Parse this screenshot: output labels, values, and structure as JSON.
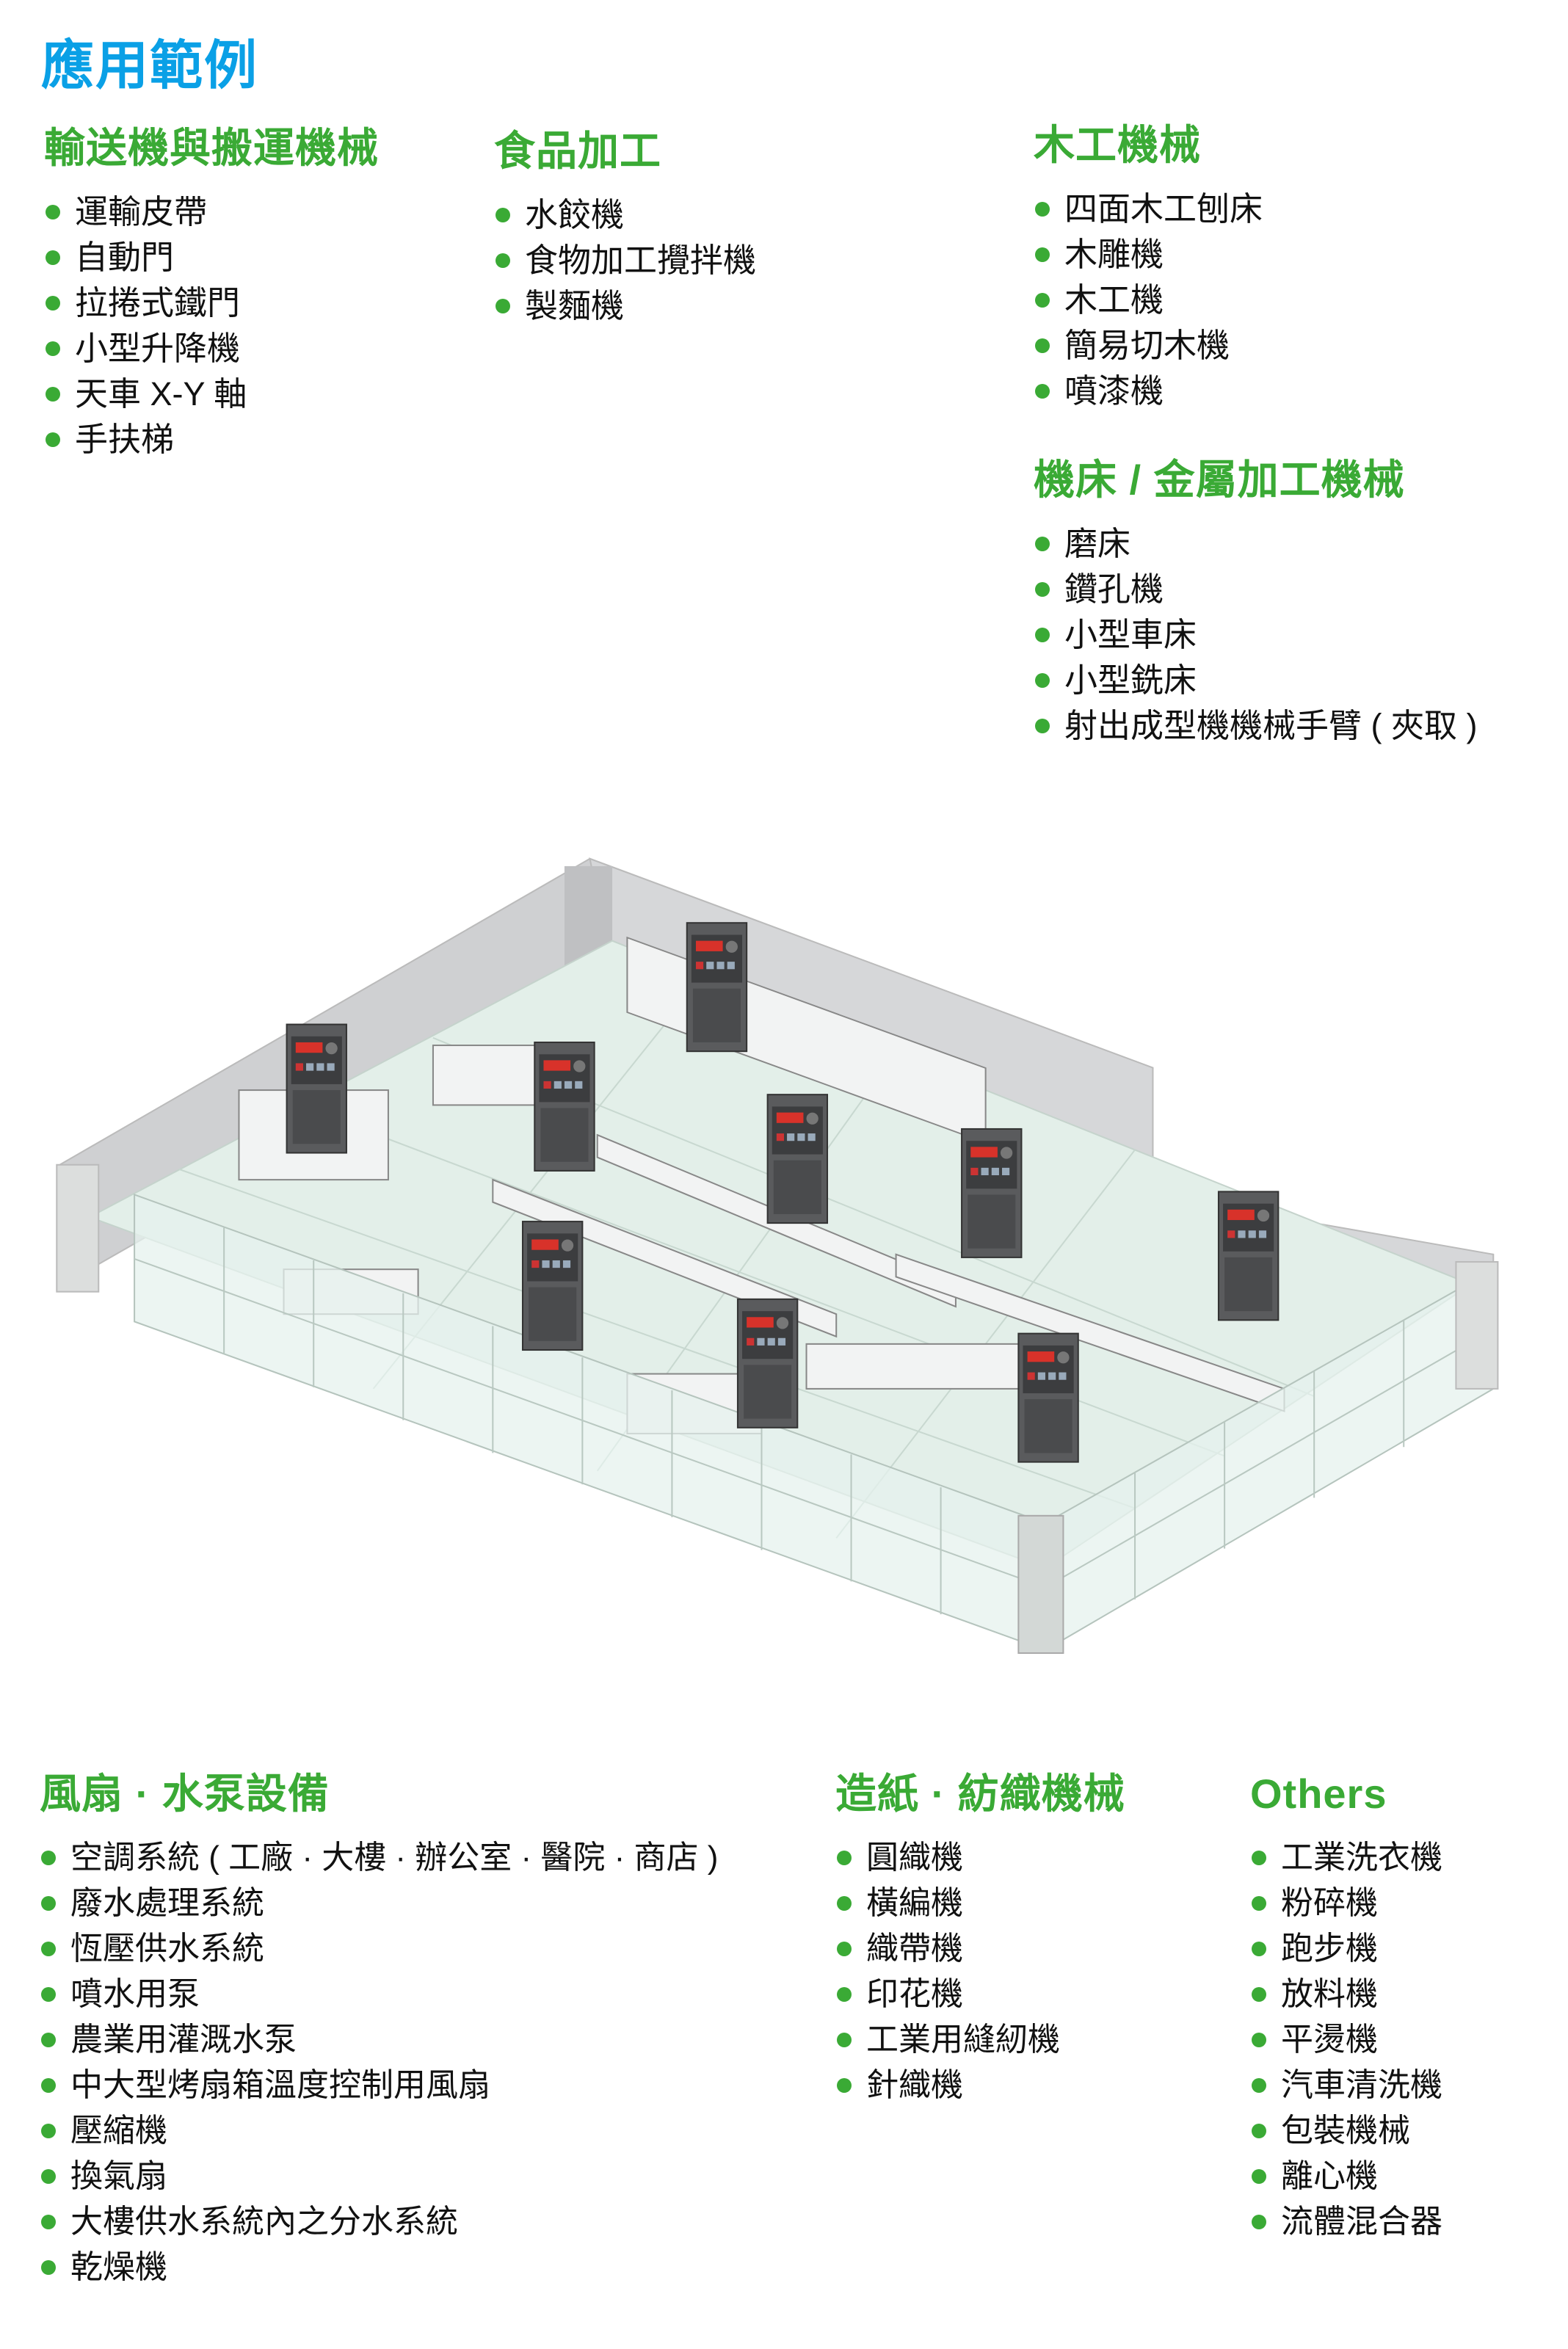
{
  "page_title": "應用範例",
  "colors": {
    "title": "#0aa0e6",
    "heading": "#3aaa35",
    "bullet": "#3aaa35"
  },
  "sections": [
    {
      "heading": "輸送機與搬運機械",
      "items": [
        "運輸皮帶",
        "自動門",
        "拉捲式鐵門",
        "小型升降機",
        "天車 X-Y 軸",
        "手扶梯"
      ]
    },
    {
      "heading": "食品加工",
      "items": [
        "水餃機",
        "食物加工攪拌機",
        "製麵機"
      ]
    },
    {
      "heading": "木工機械",
      "items": [
        "四面木工刨床",
        "木雕機",
        "木工機",
        "簡易切木機",
        "噴漆機"
      ]
    },
    {
      "heading": "機床 / 金屬加工機械",
      "items": [
        "磨床",
        "鑽孔機",
        "小型車床",
        "小型銑床",
        "射出成型機機械手臂 ( 夾取 )"
      ]
    },
    {
      "heading": "風扇 · 水泵設備",
      "items": [
        "空調系統 ( 工廠 · 大樓 · 辦公室 · 醫院 · 商店 )",
        "廢水處理系統",
        "恆壓供水系統",
        "噴水用泵",
        "農業用灌溉水泵",
        "中大型烤扇箱溫度控制用風扇",
        "壓縮機",
        "換氣扇",
        "大樓供水系統內之分水系統",
        "乾燥機"
      ]
    },
    {
      "heading": "造紙 · 紡織機械",
      "items": [
        "圓織機",
        "橫編機",
        "織帶機",
        "印花機",
        "工業用縫紉機",
        "針織機"
      ]
    },
    {
      "heading": "Others",
      "items": [
        "工業洗衣機",
        "粉碎機",
        "跑步機",
        "放料機",
        "平燙機",
        "汽車清洗機",
        "包裝機械",
        "離心機",
        "流體混合器"
      ]
    }
  ],
  "illustration": {
    "icon": "factory-floor-with-ac-drives",
    "drive_count": 9
  }
}
